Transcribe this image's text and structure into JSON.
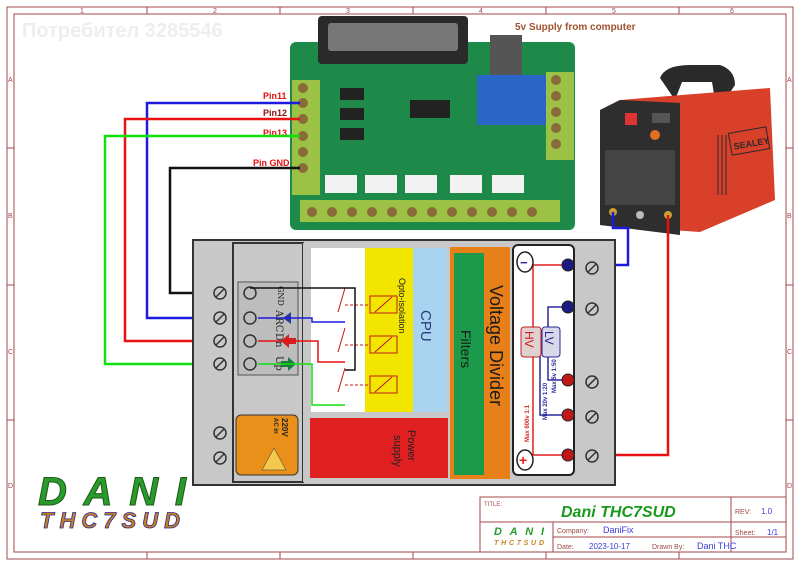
{
  "watermark": "Потребител 3285546",
  "supply_label": "5v Supply from computer",
  "pins": [
    "Pin11",
    "Pin12",
    "Pin13",
    "Pin GND"
  ],
  "frame": {
    "columns": [
      "1",
      "2",
      "3",
      "4",
      "5",
      "6"
    ],
    "rows": [
      "A",
      "B",
      "C",
      "D"
    ]
  },
  "device": {
    "terminal_labels": [
      "GND",
      "ARC",
      "Dn",
      "Up"
    ],
    "power_input": [
      "220V",
      "AC in"
    ],
    "blocks": {
      "opto": "Opto-isolation",
      "cpu": "CPU",
      "power_supply": [
        "Power",
        "supply"
      ],
      "filters": "Filters",
      "voltage_divider": "Voltage Divider"
    },
    "divider_panel": {
      "minus": "−",
      "plus": "+",
      "hv": "HV",
      "lv": "LV",
      "max_600": "Max 600v  1:1",
      "max_20": "Max 20v 1:20",
      "max_5": "Max 5v 1:50"
    }
  },
  "cutter_brand": "SEALEY",
  "logo": {
    "line1": "DANI",
    "line2": "THC7SUD"
  },
  "title_block": {
    "title_label": "TITLE:",
    "title": "Dani THC7SUD",
    "rev_label": "REV:",
    "rev": "1.0",
    "company_label": "Company:",
    "company": "DaniFix",
    "sheet_label": "Sheet:",
    "sheet": "1/1",
    "date_label": "Date:",
    "date": "2023-10-17",
    "drawn_label": "Drawn By:",
    "drawn_by": "Dani THC"
  },
  "colors": {
    "frame": "#a04848",
    "title_green": "#1a9a1a",
    "value_blue": "#3a3adc"
  }
}
